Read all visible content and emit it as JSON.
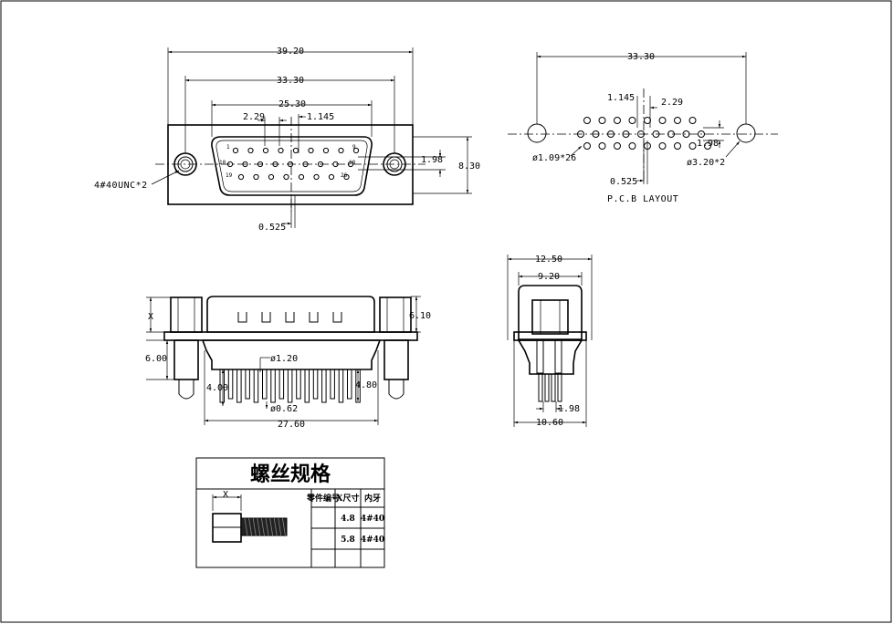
{
  "front_view": {
    "dims": {
      "overall_width": "39.20",
      "screw_spacing": "33.30",
      "shell_width": "25.30",
      "pin_pitch": "2.29",
      "half_pitch": "1.145",
      "row_offset": "0.525",
      "row_spacing": "1.98",
      "flange_height": "8.30"
    },
    "screw_label": "4#40UNC*2",
    "pin_labels": {
      "p1": "1",
      "p9": "9",
      "p10": "10",
      "p18": "18",
      "p19": "19",
      "p26": "26"
    }
  },
  "pcb_view": {
    "dims": {
      "screw_spacing": "33.30",
      "half_pitch": "1.145",
      "pin_pitch": "2.29",
      "row_spacing": "1.98",
      "row_offset": "0.525"
    },
    "pin_hole_label": "ø1.09*26",
    "mount_hole_label": "ø3.20*2",
    "title": "P.C.B LAYOUT"
  },
  "side_view": {
    "dims": {
      "hex_height": "X",
      "body_height": "6.10",
      "standoff_height": "6.00",
      "pin_diameter": "ø1.20",
      "left_pin_length": "4.00",
      "right_pin_length": "4.80",
      "tail_diameter": "ø0.62",
      "overall_width": "27.60"
    }
  },
  "end_view": {
    "dims": {
      "top_width": "12.50",
      "hex_width": "9.20",
      "row_spacing": "1.98",
      "base_width": "10.60"
    }
  },
  "screw_spec_table": {
    "title": "螺丝规格",
    "screw_dim_label": "X",
    "headers": [
      "零件编号",
      "X尺寸",
      "内牙"
    ],
    "rows": [
      {
        "part": "",
        "x": "4.8",
        "thread": "4#40"
      },
      {
        "part": "",
        "x": "5.8",
        "thread": "4#40"
      }
    ]
  }
}
